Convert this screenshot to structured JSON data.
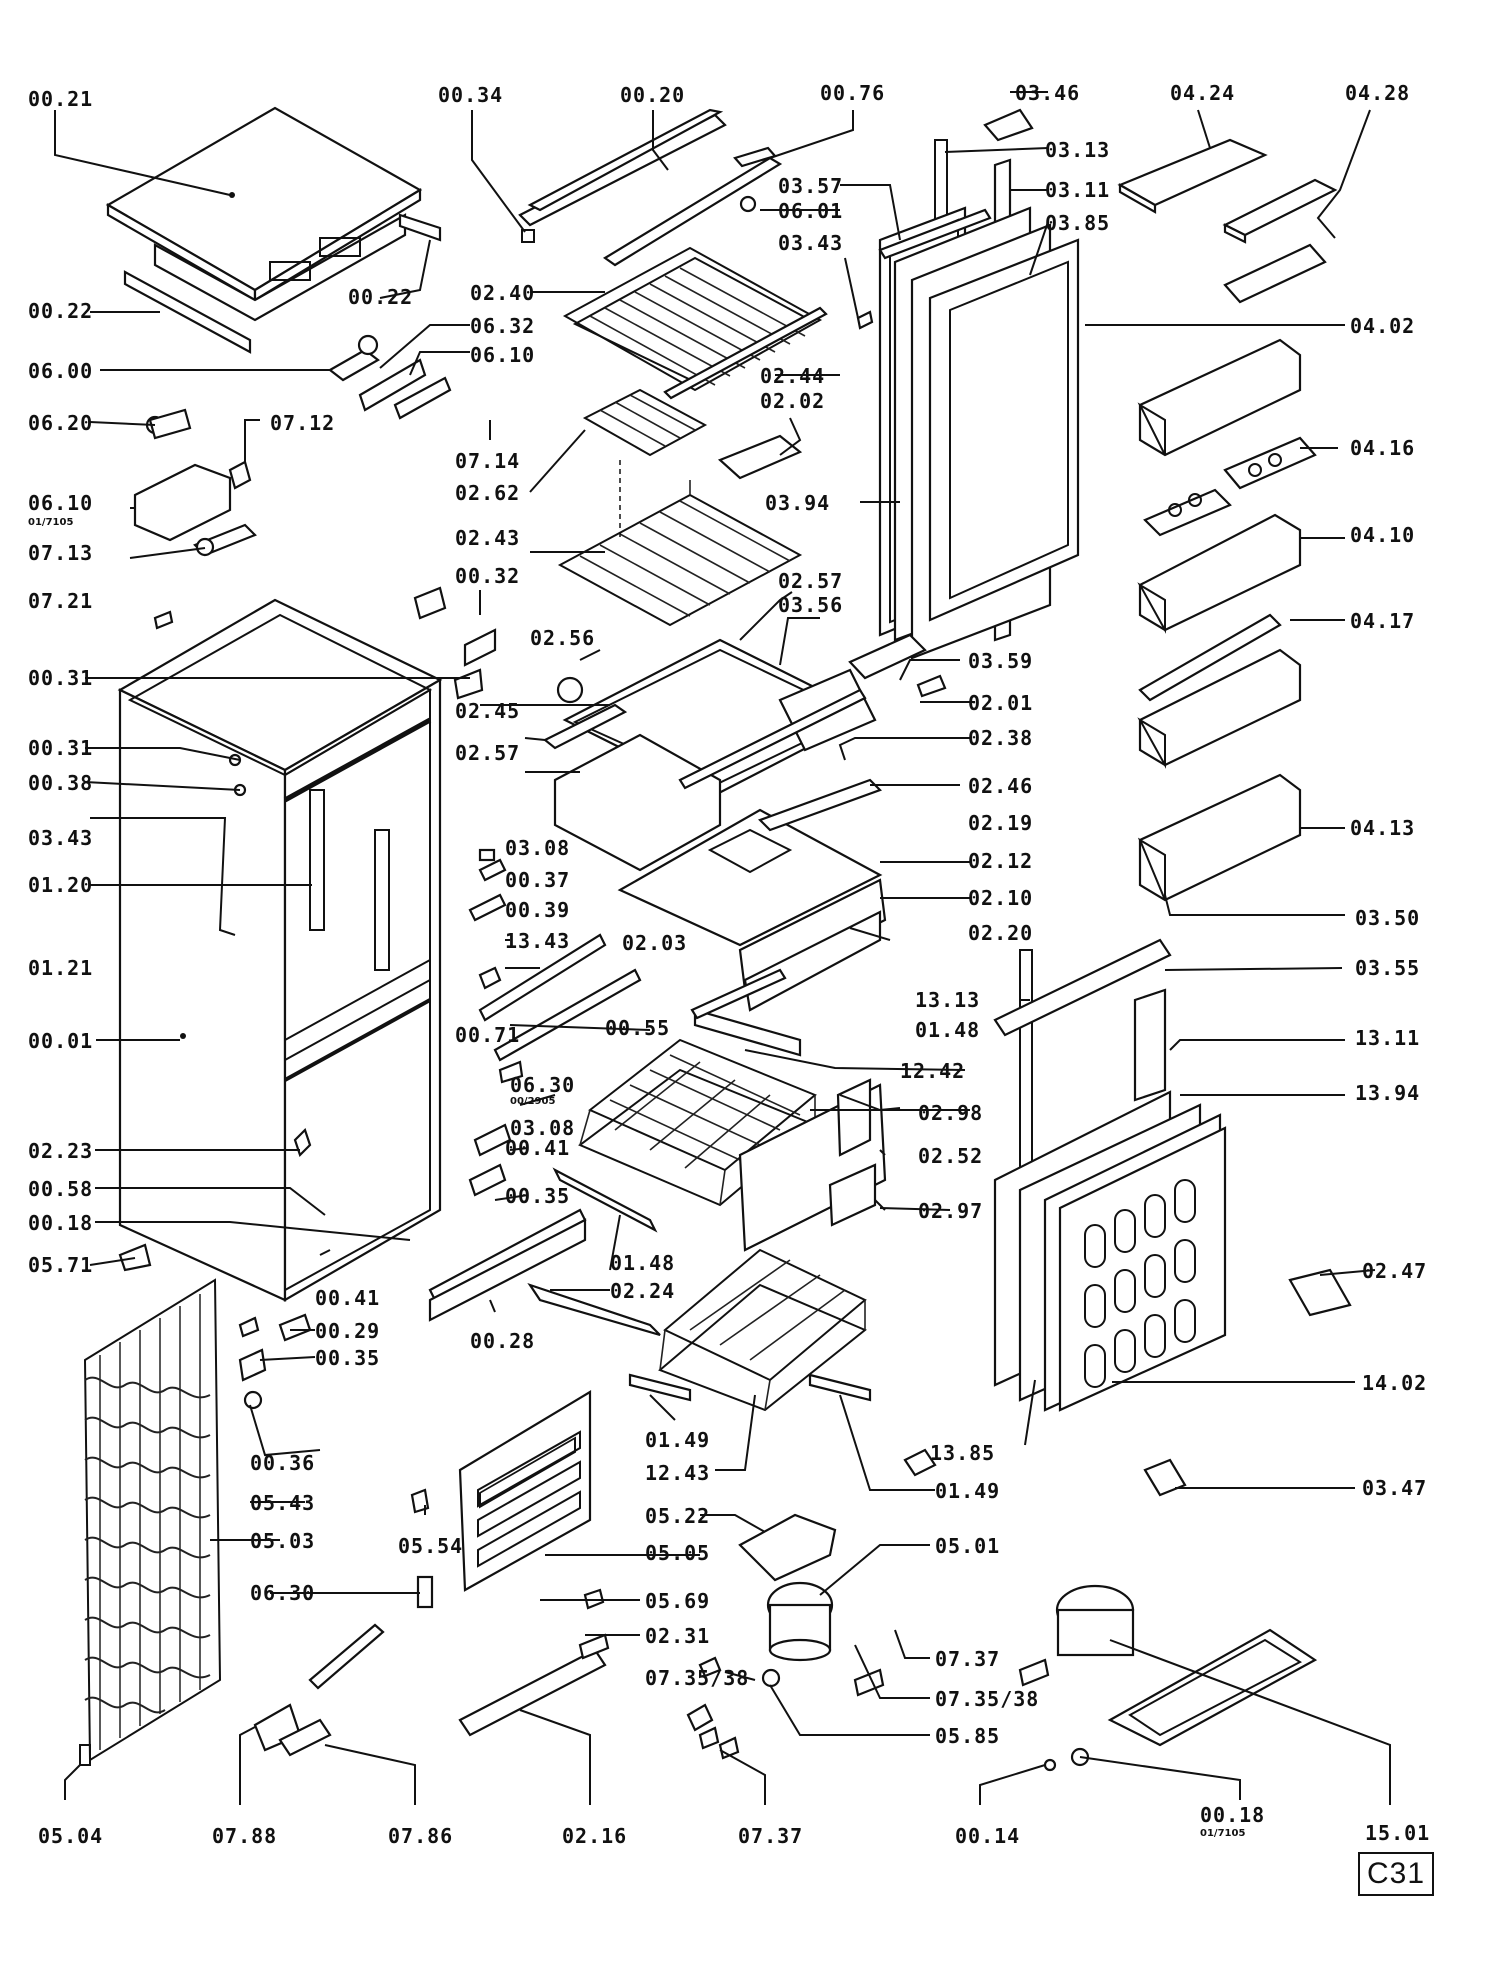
{
  "page_code": "C31",
  "labels": [
    {
      "id": "l01",
      "text": "00.21"
    },
    {
      "id": "l02",
      "text": "00.22"
    },
    {
      "id": "l03",
      "text": "00.22"
    },
    {
      "id": "l04",
      "text": "00.34"
    },
    {
      "id": "l05",
      "text": "00.20"
    },
    {
      "id": "l06",
      "text": "00.76"
    },
    {
      "id": "l07",
      "text": "03.46"
    },
    {
      "id": "l08",
      "text": "04.24"
    },
    {
      "id": "l09",
      "text": "04.28"
    },
    {
      "id": "l10",
      "text": "03.13"
    },
    {
      "id": "l11",
      "text": "03.57"
    },
    {
      "id": "l12",
      "text": "03.11"
    },
    {
      "id": "l13",
      "text": "06.01"
    },
    {
      "id": "l14",
      "text": "03.43"
    },
    {
      "id": "l15",
      "text": "03.85"
    },
    {
      "id": "l16",
      "text": "02.40"
    },
    {
      "id": "l17",
      "text": "06.32"
    },
    {
      "id": "l18",
      "text": "06.00"
    },
    {
      "id": "l19",
      "text": "06.10"
    },
    {
      "id": "l20",
      "text": "04.02"
    },
    {
      "id": "l21",
      "text": "02.44"
    },
    {
      "id": "l22",
      "text": "02.02"
    },
    {
      "id": "l23",
      "text": "06.20"
    },
    {
      "id": "l24",
      "text": "07.12"
    },
    {
      "id": "l25",
      "text": "07.14"
    },
    {
      "id": "l26",
      "text": "04.16"
    },
    {
      "id": "l27",
      "text": "02.62"
    },
    {
      "id": "l28",
      "text": "03.94"
    },
    {
      "id": "l29",
      "text": "06.10"
    },
    {
      "id": "l30",
      "text": "07.13"
    },
    {
      "id": "l31",
      "text": "02.43"
    },
    {
      "id": "l32",
      "text": "04.10"
    },
    {
      "id": "l33",
      "text": "07.21"
    },
    {
      "id": "l34",
      "text": "00.32"
    },
    {
      "id": "l35",
      "text": "02.57"
    },
    {
      "id": "l36",
      "text": "03.56"
    },
    {
      "id": "l37",
      "text": "04.17"
    },
    {
      "id": "l38",
      "text": "02.56"
    },
    {
      "id": "l39",
      "text": "03.59"
    },
    {
      "id": "l40",
      "text": "00.31"
    },
    {
      "id": "l41",
      "text": "02.01"
    },
    {
      "id": "l42",
      "text": "02.45"
    },
    {
      "id": "l43",
      "text": "02.38"
    },
    {
      "id": "l44",
      "text": "00.31"
    },
    {
      "id": "l45",
      "text": "02.57"
    },
    {
      "id": "l46",
      "text": "00.38"
    },
    {
      "id": "l47",
      "text": "02.46"
    },
    {
      "id": "l48",
      "text": "04.13"
    },
    {
      "id": "l49",
      "text": "02.19"
    },
    {
      "id": "l50",
      "text": "03.43"
    },
    {
      "id": "l51",
      "text": "03.08"
    },
    {
      "id": "l52",
      "text": "02.12"
    },
    {
      "id": "l53",
      "text": "00.37"
    },
    {
      "id": "l54",
      "text": "01.20"
    },
    {
      "id": "l55",
      "text": "02.10"
    },
    {
      "id": "l56",
      "text": "00.39"
    },
    {
      "id": "l57",
      "text": "03.50"
    },
    {
      "id": "l58",
      "text": "13.43"
    },
    {
      "id": "l59",
      "text": "02.03"
    },
    {
      "id": "l60",
      "text": "02.20"
    },
    {
      "id": "l61",
      "text": "01.21"
    },
    {
      "id": "l62",
      "text": "03.55"
    },
    {
      "id": "l63",
      "text": "13.13"
    },
    {
      "id": "l64",
      "text": "00.55"
    },
    {
      "id": "l65",
      "text": "01.48"
    },
    {
      "id": "l66",
      "text": "00.71"
    },
    {
      "id": "l67",
      "text": "00.01"
    },
    {
      "id": "l68",
      "text": "13.11"
    },
    {
      "id": "l69",
      "text": "12.42"
    },
    {
      "id": "l70",
      "text": "06.30"
    },
    {
      "id": "l71",
      "text": "13.94"
    },
    {
      "id": "l72",
      "text": "03.08"
    },
    {
      "id": "l73",
      "text": "02.98"
    },
    {
      "id": "l74",
      "text": "00.41"
    },
    {
      "id": "l75",
      "text": "02.52"
    },
    {
      "id": "l76",
      "text": "02.23"
    },
    {
      "id": "l77",
      "text": "00.35"
    },
    {
      "id": "l78",
      "text": "00.58"
    },
    {
      "id": "l79",
      "text": "02.97"
    },
    {
      "id": "l80",
      "text": "00.18"
    },
    {
      "id": "l81",
      "text": "01.48"
    },
    {
      "id": "l82",
      "text": "05.71"
    },
    {
      "id": "l83",
      "text": "02.47"
    },
    {
      "id": "l84",
      "text": "02.24"
    },
    {
      "id": "l85",
      "text": "00.41"
    },
    {
      "id": "l86",
      "text": "00.29"
    },
    {
      "id": "l87",
      "text": "00.28"
    },
    {
      "id": "l88",
      "text": "00.35"
    },
    {
      "id": "l89",
      "text": "14.02"
    },
    {
      "id": "l90",
      "text": "01.49"
    },
    {
      "id": "l91",
      "text": "13.85"
    },
    {
      "id": "l92",
      "text": "00.36"
    },
    {
      "id": "l93",
      "text": "12.43"
    },
    {
      "id": "l94",
      "text": "01.49"
    },
    {
      "id": "l95",
      "text": "03.47"
    },
    {
      "id": "l96",
      "text": "05.43"
    },
    {
      "id": "l97",
      "text": "05.22"
    },
    {
      "id": "l98",
      "text": "05.03"
    },
    {
      "id": "l99",
      "text": "05.54"
    },
    {
      "id": "l100",
      "text": "05.05"
    },
    {
      "id": "l101",
      "text": "05.01"
    },
    {
      "id": "l102",
      "text": "06.30"
    },
    {
      "id": "l103",
      "text": "05.69"
    },
    {
      "id": "l104",
      "text": "02.31"
    },
    {
      "id": "l105",
      "text": "07.37"
    },
    {
      "id": "l106",
      "text": "07.35/38"
    },
    {
      "id": "l107",
      "text": "07.35/38"
    },
    {
      "id": "l108",
      "text": "05.85"
    },
    {
      "id": "l109",
      "text": "00.18"
    },
    {
      "id": "l110",
      "text": "05.04"
    },
    {
      "id": "l111",
      "text": "07.88"
    },
    {
      "id": "l112",
      "text": "07.86"
    },
    {
      "id": "l113",
      "text": "02.16"
    },
    {
      "id": "l114",
      "text": "07.37"
    },
    {
      "id": "l115",
      "text": "00.14"
    },
    {
      "id": "l116",
      "text": "15.01"
    }
  ],
  "sublabels": [
    {
      "id": "s1",
      "text": "01/7105"
    },
    {
      "id": "s2",
      "text": "00/2905"
    },
    {
      "id": "s3",
      "text": "01/7105"
    }
  ]
}
